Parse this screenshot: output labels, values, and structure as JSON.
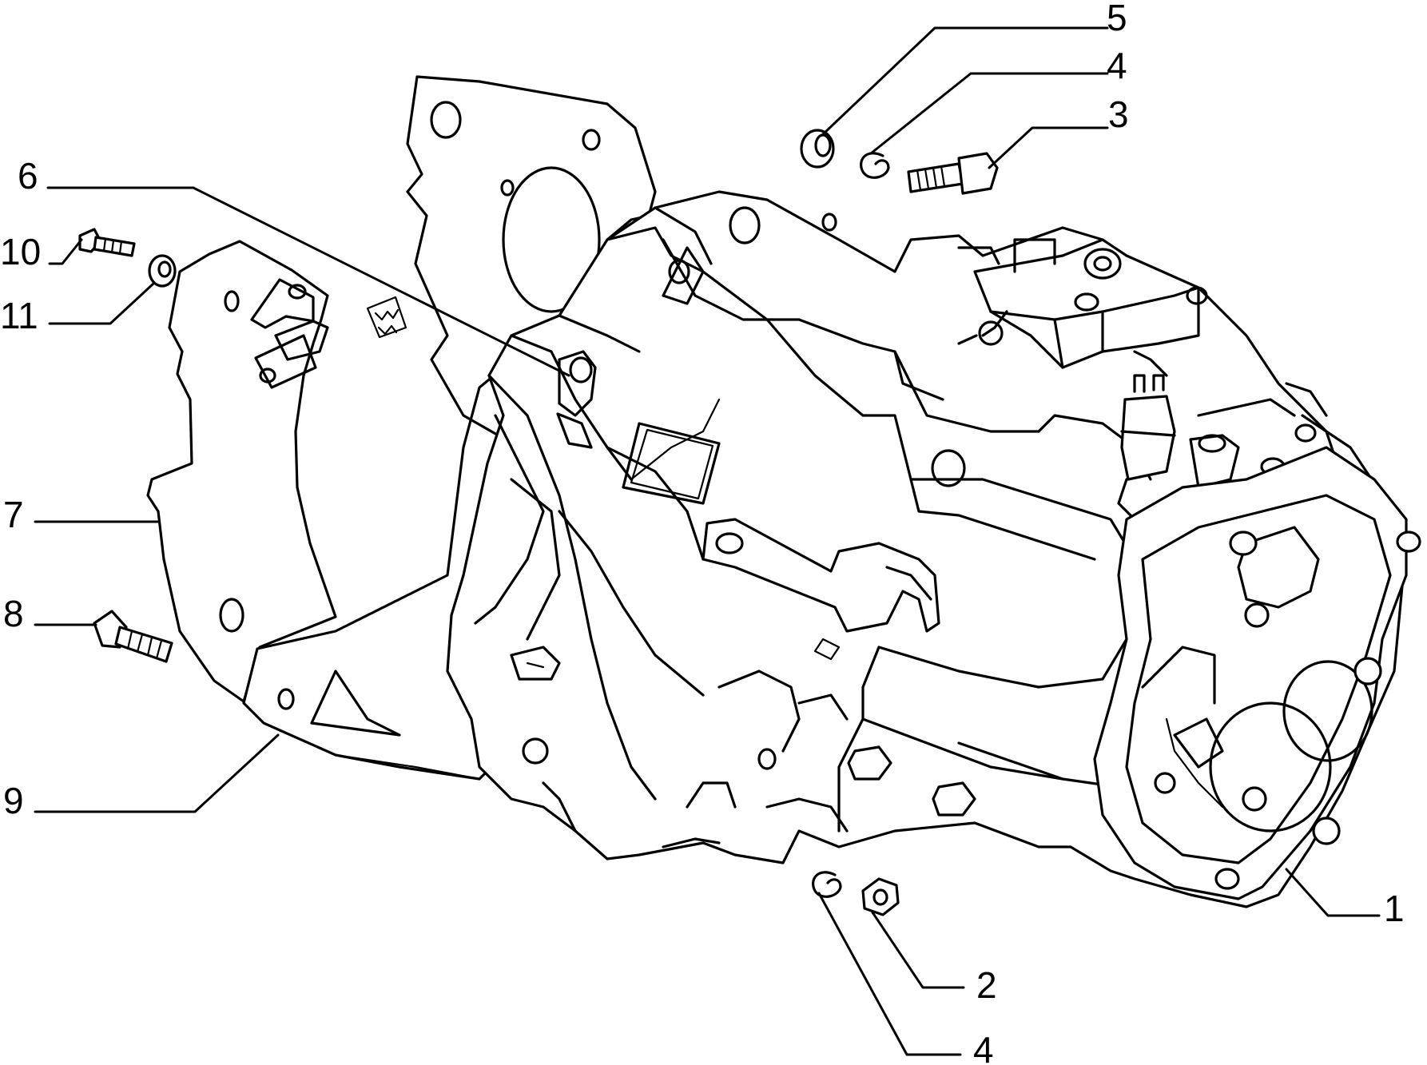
{
  "callouts": {
    "c1": "1",
    "c2": "2",
    "c3": "3",
    "c4_top": "4",
    "c4_bottom": "4",
    "c5": "5",
    "c6": "6",
    "c7": "7",
    "c8": "8",
    "c9": "9",
    "c10": "10",
    "c11": "11"
  },
  "colors": {
    "ink": "#000000",
    "paper": "#ffffff"
  }
}
